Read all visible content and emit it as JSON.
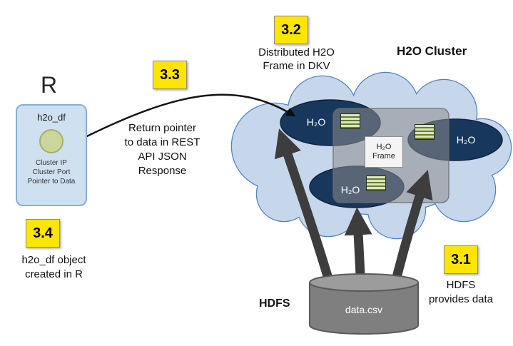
{
  "steps": {
    "s31": "3.1",
    "s32": "3.2",
    "s33": "3.3",
    "s34": "3.4"
  },
  "cluster": {
    "title": "H2O Cluster",
    "distributed_caption": "Distributed H2O\nFrame in DKV",
    "node_label": "H₂O",
    "frame_box": "H₂O\nFrame"
  },
  "r_client": {
    "letter": "R",
    "box_title": "h2o_df",
    "details": "Cluster IP\nCluster Port\nPointer to Data",
    "caption": "h2o_df object\ncreated in R"
  },
  "flow": {
    "return_caption": "Return pointer\nto data in REST\nAPI JSON\nResponse",
    "hdfs_caption": "HDFS\nprovides data"
  },
  "hdfs": {
    "label": "HDFS",
    "file": "data.csv"
  },
  "icons": {
    "data_chunk": "data-chunk-icon",
    "pointer_circle": "pointer-circle-icon"
  },
  "colors": {
    "step_badge": "#ffe600",
    "cloud_fill": "#c7d7eb",
    "cloud_stroke": "#4f81bd",
    "node_fill": "#17375d",
    "dkv_overlay": "#8c8c8c",
    "r_box_fill": "#cfe0f1",
    "r_box_stroke": "#87aed3",
    "cylinder_fill": "#7f7f7f",
    "arrow_dark": "#3d3d3d",
    "chunk_light": "#dce6b8",
    "chunk_dark": "#647d32"
  }
}
